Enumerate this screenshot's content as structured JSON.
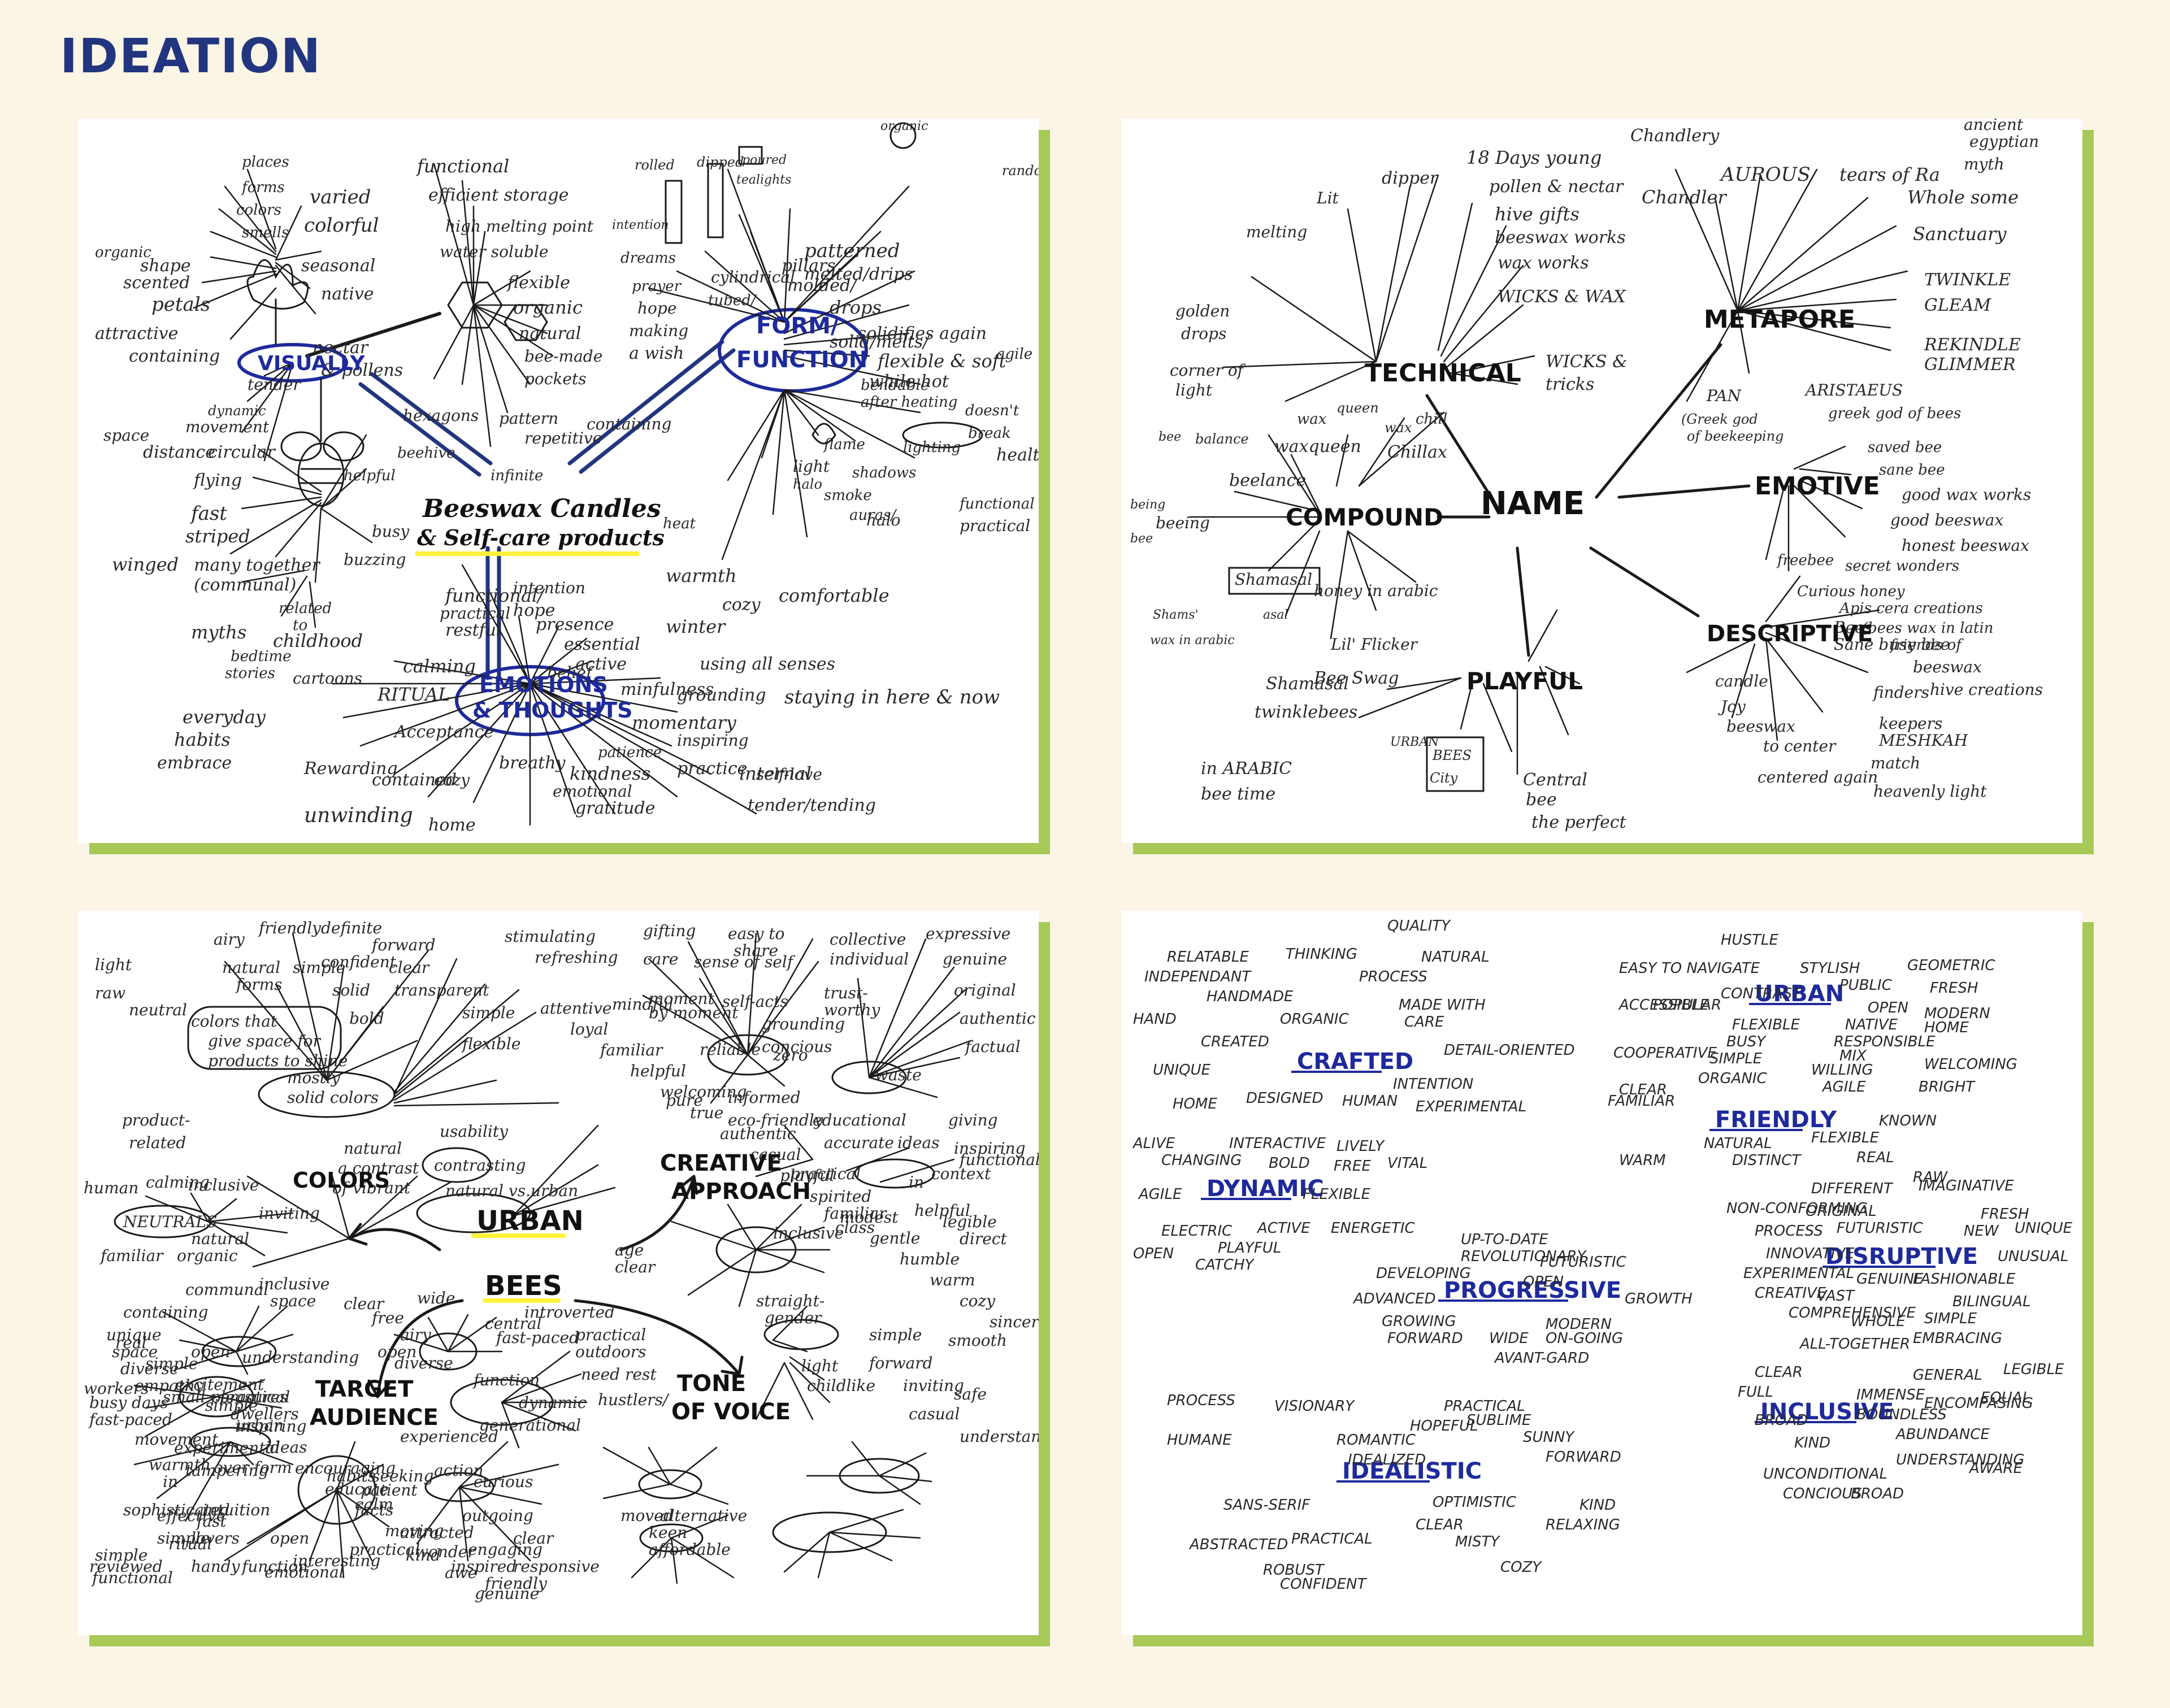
{
  "title": "IDEATION",
  "colors": {
    "background": "#FBF5E6",
    "accent": "#A7C957",
    "title": "#22357F",
    "ink": "#2a2a2a",
    "blue_ink": "#1E2A9C",
    "highlight": "#FFF23A"
  },
  "panel1": {
    "center": [
      "Beeswax Candles",
      "& Self-care products"
    ],
    "hubs": {
      "visually": "VISUALLY",
      "form": "FORM/",
      "function": "FUNCTION",
      "emotions": "EMOTIONS",
      "thoughts": "& THOUGHTS"
    },
    "words": [
      "places",
      "forms",
      "colors",
      "smells",
      "varied",
      "colorful",
      "organic",
      "shape",
      "scented",
      "petals",
      "seasonal",
      "native",
      "attractive",
      "containing",
      "nectar",
      "& pollens",
      "tender",
      "dynamic",
      "movement",
      "space",
      "distance",
      "circular",
      "flying",
      "helpful",
      "fast",
      "striped",
      "busy",
      "winged",
      "many together",
      "(communal)",
      "buzzing",
      "myths",
      "related",
      "to",
      "childhood",
      "bedtime",
      "stories",
      "cartoons",
      "functional",
      "efficient storage",
      "high melting point",
      "water soluble",
      "flexible",
      "organic",
      "natural",
      "bee-made",
      "pockets",
      "hexagons",
      "beehive",
      "pattern",
      "repetitive",
      "infinite",
      "containing",
      "rolled",
      "dipped",
      "poured",
      "tealights",
      "organic",
      "random",
      "intention",
      "dreams",
      "hope",
      "making",
      "a wish",
      "prayer",
      "cylindrical",
      "tubed/",
      "pillars",
      "molded/",
      "patterned",
      "melted/drips",
      "drops",
      "solid/melts/",
      "solidifies again",
      "flexible & soft",
      "while hot",
      "agile",
      "bendable",
      "after heating",
      "doesn't",
      "break",
      "flame",
      "light",
      "halo",
      "smoke",
      "shadows",
      "lighting",
      "healthy",
      "auras/",
      "halo",
      "functional",
      "practical",
      "heat",
      "warmth",
      "cozy",
      "comfortable",
      "winter",
      "functional/",
      "practical",
      "restful",
      "intention",
      "hope",
      "presence",
      "essential",
      "active",
      "belief",
      "using all senses",
      "grounding",
      "staying in here & now",
      "minfulness",
      "momentary",
      "patience",
      "practice",
      "internal",
      "tender/tending",
      "calming",
      "RITUAL",
      "everyday",
      "habits",
      "embrace",
      "Acceptance",
      "inspiring",
      "self-love",
      "Rewarding",
      "contained",
      "cozy",
      "breathy",
      "emotional",
      "kindness",
      "gratitude",
      "unwinding",
      "home"
    ]
  },
  "panel2": {
    "center": "NAME",
    "hubs": {
      "technical": "TECHNICAL",
      "metapore": "METAPORE",
      "compound": "COMPOUND",
      "emotive": "EMOTIVE",
      "playful": "PLAYFUL",
      "descriptive": "DESCRIPTIVE"
    },
    "words": [
      "Chandlery",
      "AUROUS",
      "tears of Ra",
      "ancient",
      "egyptian",
      "myth",
      "dipper",
      "18 Days young",
      "pollen & nectar",
      "hive gifts",
      "beeswax works",
      "wax works",
      "WICKS & WAX",
      "Chandler",
      "Lit",
      "melting",
      "golden",
      "drops",
      "corner of",
      "light",
      "WICKS &",
      "tricks",
      "Whole some",
      "Sanctuary",
      "TWINKLE",
      "GLEAM",
      "REKINDLE",
      "GLIMMER",
      "PAN",
      "(Greek god",
      "of beekeeping",
      "ARISTAEUS",
      "greek god of bees",
      "wax",
      "queen",
      "waxqueen",
      "wax",
      "chill",
      "Chillax",
      "bee",
      "balance",
      "beelance",
      "being",
      "beeing",
      "bee",
      "Shamasal",
      "Shams'",
      "asal",
      "honey in arabic",
      "wax in arabic",
      "Lil' Flicker",
      "Bee Swag",
      "saved bee",
      "sane bee",
      "good wax works",
      "good beeswax",
      "honest beeswax",
      "secret wonders",
      "freebee",
      "Curious honey",
      "Apis cera creations",
      "(bees wax in latin",
      "friends of",
      "Bees",
      "Sane busy bee",
      "Shamasal",
      "twinklebees",
      "finders",
      "keepers",
      "MESHKAH",
      "URBAN",
      "BEES",
      "City",
      "Central",
      "bee",
      "the perfect",
      "match",
      "heavenly light",
      "in ARABIC",
      "bee time",
      "candle",
      "Joy",
      "beeswax",
      "to center",
      "centered again",
      "beeswax",
      "hive creations"
    ]
  },
  "panel3": {
    "center": [
      "URBAN",
      "BEES"
    ],
    "hubs": {
      "colors": "COLORS",
      "creative": "CREATIVE",
      "approach": "APPROACH",
      "target": "TARGET",
      "audience": "AUDIENCE",
      "tone": "TONE",
      "voice": "OF VOICE"
    },
    "words": [
      "light",
      "airy",
      "friendly",
      "raw",
      "natural",
      "forms",
      "simple",
      "neutral",
      "definite",
      "confident",
      "forward",
      "clear",
      "transparent",
      "solid",
      "bold",
      "colors that",
      "give space for",
      "products to shine",
      "mostly",
      "solid colors",
      "simple",
      "flexible",
      "product-",
      "related",
      "natural",
      "a contrast",
      "of vibrant",
      "usability",
      "contrasting",
      "natural vs.urban",
      "human",
      "calming",
      "inclusive",
      "NEUTRALS",
      "inviting",
      "natural",
      "familiar",
      "organic",
      "gifting",
      "easy to",
      "share",
      "collective",
      "expressive",
      "care",
      "sense of self",
      "individual",
      "genuine",
      "mindful",
      "moment",
      "by moment",
      "self-acts",
      "grounding",
      "trust-",
      "worthy",
      "original",
      "reliable",
      "concious",
      "zero",
      "waste",
      "authentic",
      "factual",
      "pure",
      "informed",
      "eco-friendly",
      "educational",
      "accurate",
      "giving",
      "ideas",
      "inspiring",
      "functional",
      "practical",
      "in",
      "context",
      "helpful",
      "familiar",
      "legible",
      "direct",
      "age",
      "clear",
      "inclusive",
      "class",
      "gender",
      "straight-",
      "forward",
      "simple",
      "smooth",
      "light",
      "childlike",
      "inviting",
      "safe",
      "casual",
      "understanding",
      "containing",
      "communal",
      "inclusive",
      "unique",
      "space",
      "diverse",
      "open",
      "understanding",
      "empathy",
      "warmth",
      "space",
      "clear",
      "free",
      "wide",
      "airy",
      "open",
      "central",
      "introverted",
      "diverse",
      "fast-paced",
      "practical",
      "outdoors",
      "need rest",
      "hustlers/",
      "workers",
      "small pleasures",
      "busy days",
      "fast-paced",
      "practical",
      "urban",
      "dwellers",
      "dynamic",
      "function",
      "over form",
      "experienced",
      "generational",
      "movement",
      "experimental",
      "tampering",
      "seeking",
      "habits",
      "patient",
      "calm",
      "intuition",
      "in",
      "action",
      "reviewed",
      "effective",
      "fast",
      "ritual",
      "lovers",
      "curious",
      "sophisticated",
      "simple",
      "moved",
      "alternative",
      "keen",
      "affordable",
      "simple",
      "functional",
      "handy",
      "function",
      "open",
      "emotional",
      "interesting",
      "practical",
      "attracted",
      "inspired",
      "responsive",
      "friendly",
      "clear",
      "engaging",
      "outgoing",
      "kind",
      "attentive",
      "loyal",
      "familiar",
      "helpful",
      "welcoming",
      "true",
      "authentic",
      "casual",
      "playful",
      "spirited",
      "modest",
      "gentle",
      "humble",
      "warm",
      "cozy",
      "sincere",
      "real",
      "simple",
      "excitement",
      "simple",
      "inspiring",
      "ideas",
      "encouraging",
      "educate",
      "facts",
      "moving",
      "wonder",
      "awe",
      "genuine",
      "stimulating",
      "refreshing"
    ]
  },
  "panel4": {
    "keywords": [
      "CRAFTED",
      "DYNAMIC",
      "PROGRESSIVE",
      "IDEALISTIC",
      "URBAN",
      "FRIENDLY",
      "DISRUPTIVE",
      "INCLUSIVE"
    ],
    "words": [
      "QUALITY",
      "RELATABLE",
      "THINKING",
      "NATURAL",
      "INDEPENDANT",
      "PROCESS",
      "HANDMADE",
      "HAND",
      "ORGANIC",
      "made with",
      "care",
      "CREATED",
      "detail-oriented",
      "UNIQUE",
      "INTENTION",
      "HOME",
      "DESIGNED",
      "HUMAN",
      "EXPERIMENTAL",
      "ALIVE",
      "interactive",
      "CHANGING",
      "BOLD",
      "LIVELY",
      "FREE",
      "VITAL",
      "AGILE",
      "FLEXIBLE",
      "ELECTRIC",
      "ACTIVE",
      "ENERGETIC",
      "OPEN",
      "PLAYFUL",
      "CATCHY",
      "UP-TO-DATE",
      "REVOLUTIONARY",
      "FUTURISTIC",
      "DEVELOPING",
      "OPEN",
      "ADVANCED",
      "GROWTH",
      "GROWING",
      "MODERN",
      "FORWARD",
      "WIDE",
      "ON-GOING",
      "AVANT-GARD",
      "PROCESS",
      "VISIONARY",
      "PRACTICAL",
      "SUBLIME",
      "HOPEFUL",
      "HUMANE",
      "ROMANTIC",
      "IDEALIZED",
      "SUNNY",
      "FORWARD",
      "SANS-SERIF",
      "OPTIMISTIC",
      "KIND",
      "CLEAR",
      "RELAXING",
      "ABSTRACTED",
      "PRACTICAL",
      "MISTY",
      "ROBUST",
      "CONFIDENT",
      "COZY",
      "HUSTLE",
      "EASY TO NAVIGATE",
      "STYLISH",
      "GEOMETRIC",
      "CONTRAST",
      "PUBLIC",
      "FRESH",
      "ACCESSIBLE",
      "POPULAR",
      "OPEN",
      "MODERN",
      "FLEXIBLE",
      "NATIVE",
      "HOME",
      "BUSY",
      "responsible",
      "MIX",
      "COOPERATIVE",
      "SIMPLE",
      "WILLING",
      "WELCOMING",
      "ORGANIC",
      "AGILE",
      "BRIGHT",
      "CLEAR",
      "FAMILIAR",
      "KNOWN",
      "NATURAL",
      "FLEXIBLE",
      "WARM",
      "distinct",
      "REAL",
      "RAW",
      "different",
      "IMAGINATIVE",
      "non-conforming",
      "ORIGINAL",
      "UNIQUE",
      "FRESH",
      "PROCESS",
      "FUTURISTIC",
      "NEW",
      "INNOVATIVE",
      "UNUSUAL",
      "EXPERIMENTAL",
      "genuine",
      "FASHIONABLE",
      "CREATIVE",
      "VAST",
      "BILINGUAL",
      "comprehensive",
      "WHOLE",
      "Simple",
      "ALL-TOGETHER",
      "EMBRACING",
      "legible",
      "Clear",
      "General",
      "EQUAL",
      "FULL",
      "IMMENSE",
      "ENCOMPASING",
      "BROAD",
      "BOUNDLESS",
      "ABUNDANCE",
      "KIND",
      "UNDERSTANDING",
      "AWARE",
      "UNCONDITIONAL",
      "CONCIOUS",
      "BROAD"
    ]
  }
}
